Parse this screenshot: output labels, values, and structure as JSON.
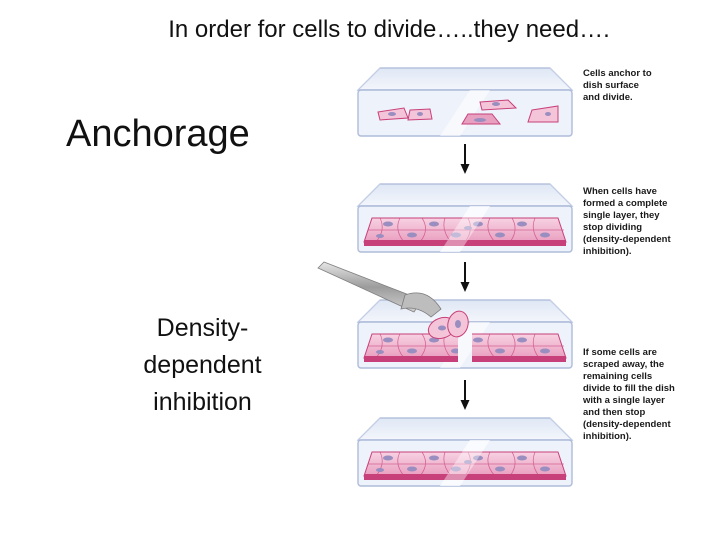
{
  "slide": {
    "title": "In order for cells to divide…..they need….",
    "terms": {
      "anchorage": "Anchorage",
      "density_lines": [
        "Density-",
        "dependent",
        "inhibition"
      ]
    }
  },
  "figure": {
    "stages": [
      {
        "name": "anchoring",
        "caption_lines": [
          "Cells anchor to",
          "dish surface",
          "and divide."
        ]
      },
      {
        "name": "monolayer",
        "caption_lines": [
          "When cells have",
          "formed a complete",
          "single layer, they",
          "stop dividing",
          "(density-dependent",
          "inhibition)."
        ]
      },
      {
        "name": "scraped",
        "caption_lines": [
          "If some cells are",
          "scraped away, the",
          "remaining cells",
          "divide to fill the dish",
          "with a single layer",
          "and then stop",
          "(density-dependent",
          "inhibition)."
        ]
      },
      {
        "name": "refilled",
        "caption_lines": []
      }
    ],
    "colors": {
      "dish_edge": "#aab8d8",
      "dish_fill": "#e8eef8",
      "cell_fill": "#f4c4d8",
      "cell_edge": "#c8407a",
      "nucleus": "#9a8ec0",
      "arrow": "#111111",
      "scraper": "#a8a8a8"
    }
  }
}
